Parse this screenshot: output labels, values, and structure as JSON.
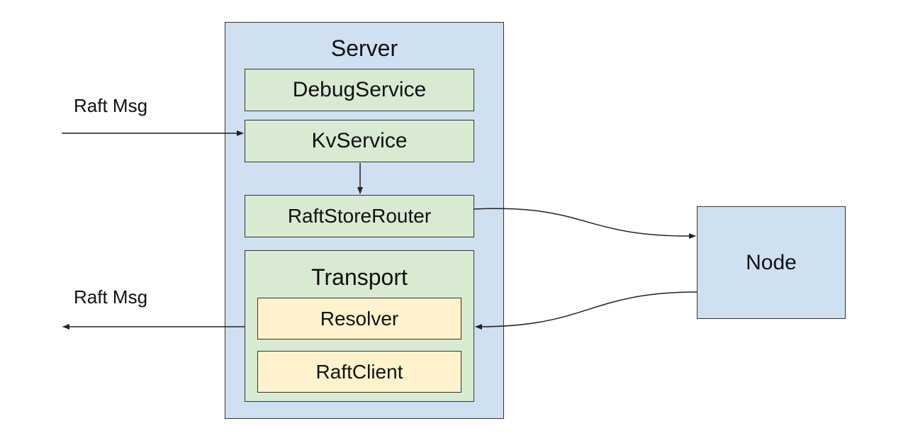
{
  "server": {
    "title": "Server"
  },
  "services": {
    "debug": "DebugService",
    "kv": "KvService",
    "router": "RaftStoreRouter"
  },
  "transport": {
    "title": "Transport",
    "resolver": "Resolver",
    "client": "RaftClient"
  },
  "node": {
    "label": "Node"
  },
  "messages": {
    "incoming": "Raft Msg",
    "outgoing": "Raft Msg"
  },
  "colors": {
    "server_fill": "#cfe0f1",
    "service_fill": "#d9ead3",
    "subcomponent_fill": "#fff2cc",
    "node_fill": "#cfe0f1",
    "stroke": "#333333"
  }
}
